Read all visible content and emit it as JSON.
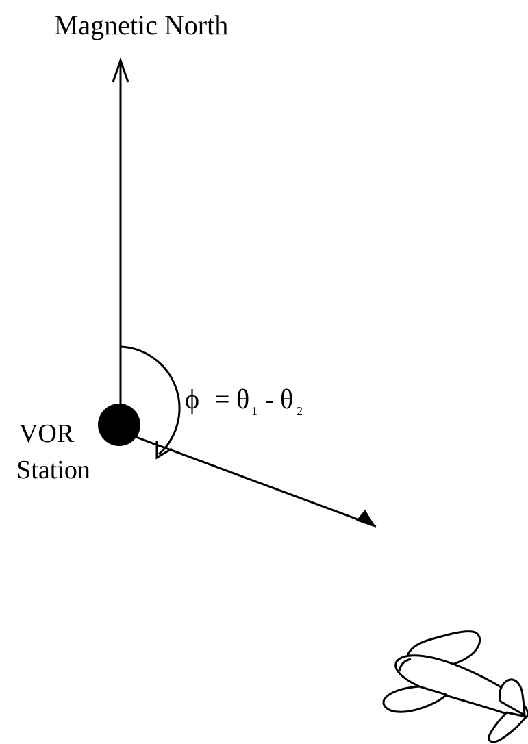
{
  "labels": {
    "north": "Magnetic North",
    "station_line1": "VOR",
    "station_line2": "Station"
  },
  "formula": {
    "phi": "ϕ",
    "equals": "=",
    "theta": "θ",
    "sub1": "1",
    "minus": "-",
    "sub2": "2"
  },
  "colors": {
    "ink": "#000000",
    "background": "#ffffff",
    "aircraft_fill": "#ffffff"
  },
  "icons": {
    "station": "vor-station-dot",
    "aircraft": "airplane-icon"
  }
}
